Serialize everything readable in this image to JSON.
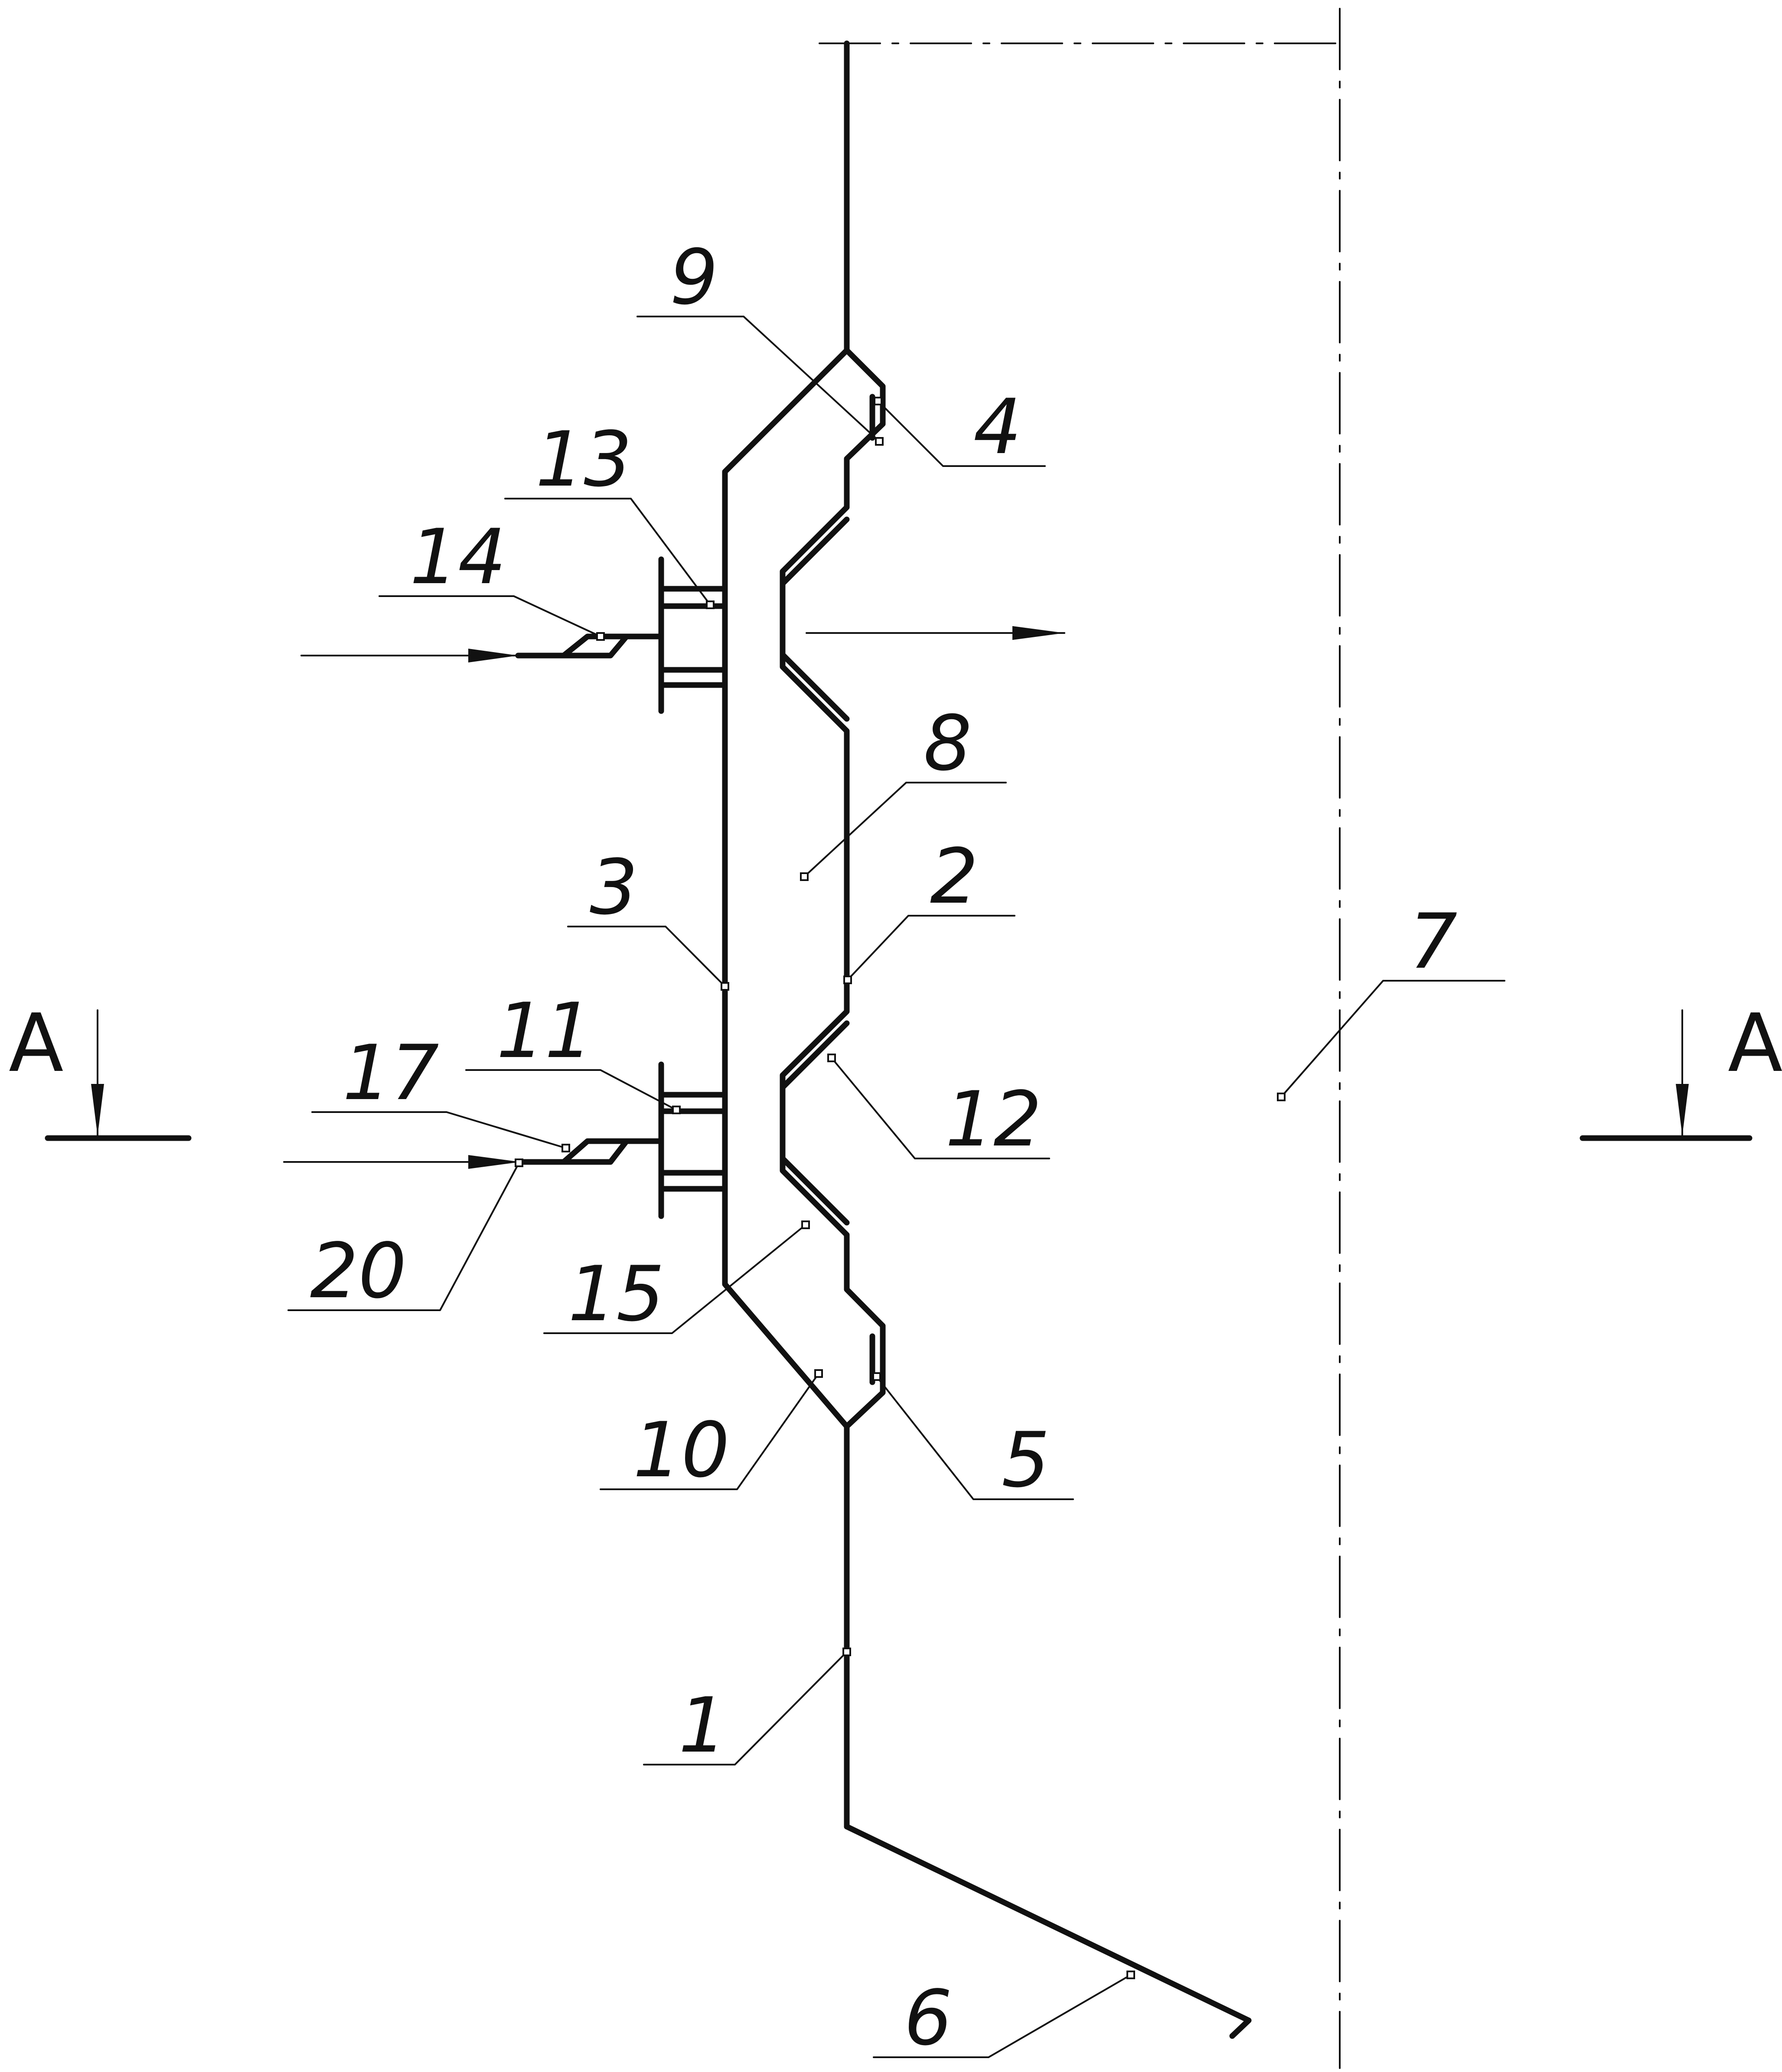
{
  "section_label": "A",
  "callouts": [
    {
      "id": "c1",
      "number": "1"
    },
    {
      "id": "c2",
      "number": "2"
    },
    {
      "id": "c3",
      "number": "3"
    },
    {
      "id": "c4",
      "number": "4"
    },
    {
      "id": "c5",
      "number": "5"
    },
    {
      "id": "c6",
      "number": "6"
    },
    {
      "id": "c7",
      "number": "7"
    },
    {
      "id": "c8",
      "number": "8"
    },
    {
      "id": "c9",
      "number": "9"
    },
    {
      "id": "c10",
      "number": "10"
    },
    {
      "id": "c11",
      "number": "11"
    },
    {
      "id": "c12",
      "number": "12"
    },
    {
      "id": "c13",
      "number": "13"
    },
    {
      "id": "c14",
      "number": "14"
    },
    {
      "id": "c15",
      "number": "15"
    },
    {
      "id": "c17",
      "number": "17"
    },
    {
      "id": "c20",
      "number": "20"
    }
  ]
}
